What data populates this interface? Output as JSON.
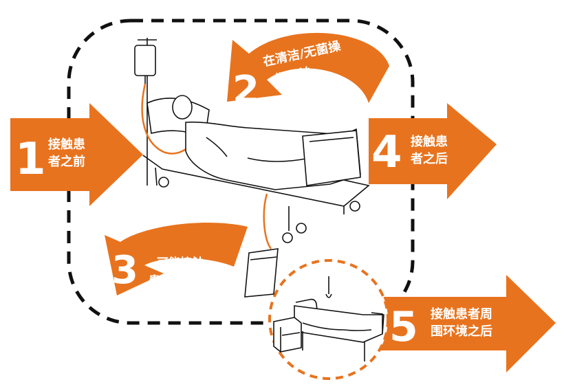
{
  "moments": [
    {
      "number": "1",
      "line1": "接触患",
      "line2": "者之前"
    },
    {
      "number": "2",
      "line1": "在清洁/无菌操",
      "line2": "作之前"
    },
    {
      "number": "3",
      "line1": "可能接触",
      "line2": "患者体液之后"
    },
    {
      "number": "4",
      "line1": "接触患",
      "line2": "者之后"
    },
    {
      "number": "5",
      "line1": "接触患者周",
      "line2": "围环境之后"
    }
  ],
  "colors": {
    "accent": "#E8731E",
    "line": "#111111",
    "dashed_circle": "#E8731E"
  },
  "icons": [
    "iv-bag-icon",
    "patient-bed-icon",
    "urine-bag-icon",
    "empty-bed-icon",
    "bedside-table-icon"
  ]
}
